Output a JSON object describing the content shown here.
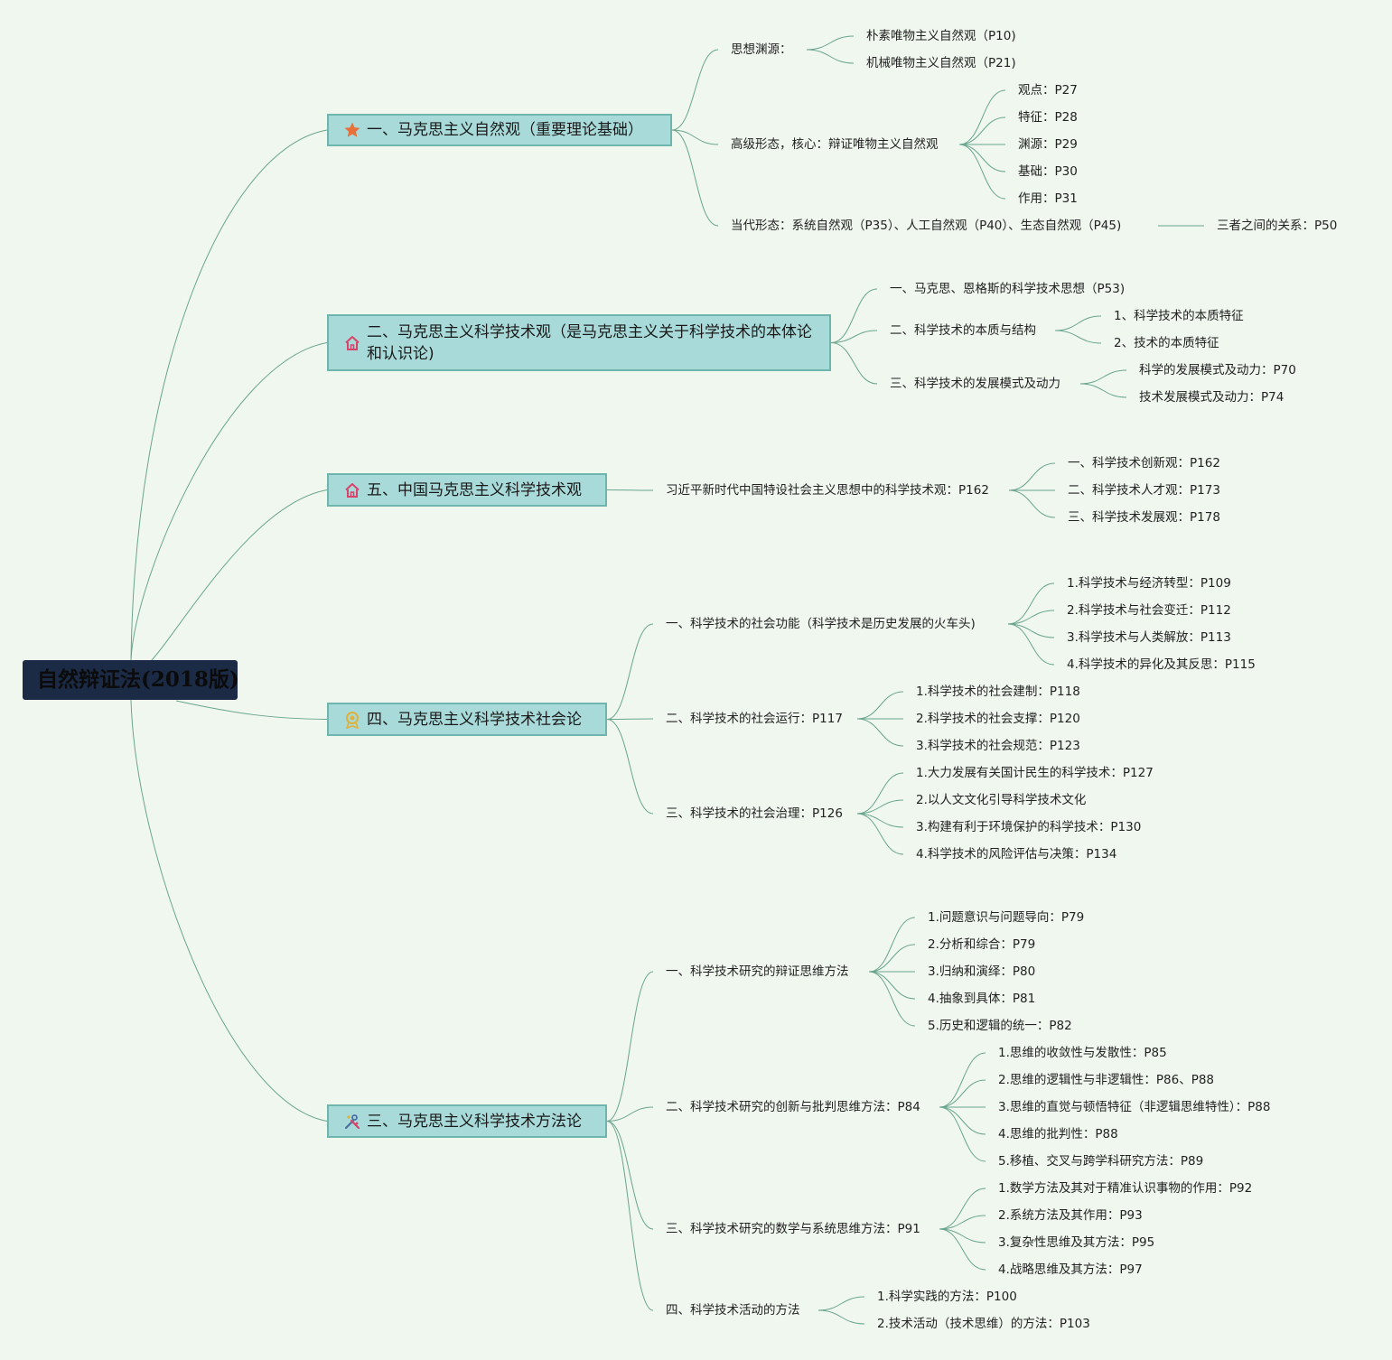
{
  "root": {
    "title": "自然辩证法(2018版)"
  },
  "branches": [
    {
      "label": "一、马克思主义自然观（重要理论基础）",
      "icon": "star-icon",
      "children": [
        {
          "label": "思想渊源：",
          "children": [
            {
              "label": "朴素唯物主义自然观（P10)"
            },
            {
              "label": "机械唯物主义自然观（P21)"
            }
          ]
        },
        {
          "label": "高级形态，核心：辩证唯物主义自然观",
          "children": [
            {
              "label": "观点：P27"
            },
            {
              "label": "特征：P28"
            },
            {
              "label": "渊源：P29"
            },
            {
              "label": "基础：P30"
            },
            {
              "label": "作用：P31"
            }
          ]
        },
        {
          "label": "当代形态：系统自然观（P35）、人工自然观（P40）、生态自然观（P45)",
          "children": [
            {
              "label": "三者之间的关系：P50"
            }
          ]
        }
      ]
    },
    {
      "label": "二、马克思主义科学技术观（是马克思主义关于科学技术的本体论和认识论)",
      "icon": "home-icon",
      "children": [
        {
          "label": "一、马克思、恩格斯的科学技术思想（P53)"
        },
        {
          "label": "二、科学技术的本质与结构",
          "children": [
            {
              "label": "1、科学技术的本质特征"
            },
            {
              "label": "2、技术的本质特征"
            }
          ]
        },
        {
          "label": "三、科学技术的发展模式及动力",
          "children": [
            {
              "label": "科学的发展模式及动力：P70"
            },
            {
              "label": "技术发展模式及动力：P74"
            }
          ]
        }
      ]
    },
    {
      "label": "五、中国马克思主义科学技术观",
      "icon": "home-icon",
      "children": [
        {
          "label": "习近平新时代中国特设社会主义思想中的科学技术观：P162",
          "children": [
            {
              "label": "一、科学技术创新观：P162"
            },
            {
              "label": "二、科学技术人才观：P173"
            },
            {
              "label": "三、科学技术发展观：P178"
            }
          ]
        }
      ]
    },
    {
      "label": "四、马克思主义科学技术社会论",
      "icon": "medal-icon",
      "children": [
        {
          "label": "一、科学技术的社会功能（科学技术是历史发展的火车头)",
          "children": [
            {
              "label": "1.科学技术与经济转型：P109"
            },
            {
              "label": "2.科学技术与社会变迁：P112"
            },
            {
              "label": "3.科学技术与人类解放：P113"
            },
            {
              "label": "4.科学技术的异化及其反思：P115"
            }
          ]
        },
        {
          "label": "二、科学技术的社会运行：P117",
          "children": [
            {
              "label": "1.科学技术的社会建制：P118"
            },
            {
              "label": "2.科学技术的社会支撑：P120"
            },
            {
              "label": "3.科学技术的社会规范：P123"
            }
          ]
        },
        {
          "label": "三、科学技术的社会治理：P126",
          "children": [
            {
              "label": "1.大力发展有关国计民生的科学技术：P127"
            },
            {
              "label": "2.以人文文化引导科学技术文化"
            },
            {
              "label": "3.构建有利于环境保护的科学技术：P130"
            },
            {
              "label": "4.科学技术的风险评估与决策：P134"
            }
          ]
        }
      ]
    },
    {
      "label": "三、马克思主义科学技术方法论",
      "icon": "tools-icon",
      "children": [
        {
          "label": "一、科学技术研究的辩证思维方法",
          "children": [
            {
              "label": "1.问题意识与问题导向：P79"
            },
            {
              "label": "2.分析和综合：P79"
            },
            {
              "label": "3.归纳和演绎：P80"
            },
            {
              "label": "4.抽象到具体：P81"
            },
            {
              "label": "5.历史和逻辑的统一：P82"
            }
          ]
        },
        {
          "label": "二、科学技术研究的创新与批判思维方法：P84",
          "children": [
            {
              "label": "1.思维的收敛性与发散性：P85"
            },
            {
              "label": "2.思维的逻辑性与非逻辑性：P86、P88"
            },
            {
              "label": "3.思维的直觉与顿悟特征（非逻辑思维特性）：P88"
            },
            {
              "label": "4.思维的批判性：P88"
            },
            {
              "label": "5.移植、交叉与跨学科研究方法：P89"
            }
          ]
        },
        {
          "label": "三、科学技术研究的数学与系统思维方法：P91",
          "children": [
            {
              "label": "1.数学方法及其对于精准认识事物的作用：P92"
            },
            {
              "label": "2.系统方法及其作用：P93"
            },
            {
              "label": "3.复杂性思维及其方法：P95"
            },
            {
              "label": "4.战略思维及其方法：P97"
            }
          ]
        },
        {
          "label": "四、科学技术活动的方法",
          "children": [
            {
              "label": "1.科学实践的方法：P100"
            },
            {
              "label": "2.技术活动（技术思维）的方法：P103"
            }
          ]
        }
      ]
    }
  ]
}
